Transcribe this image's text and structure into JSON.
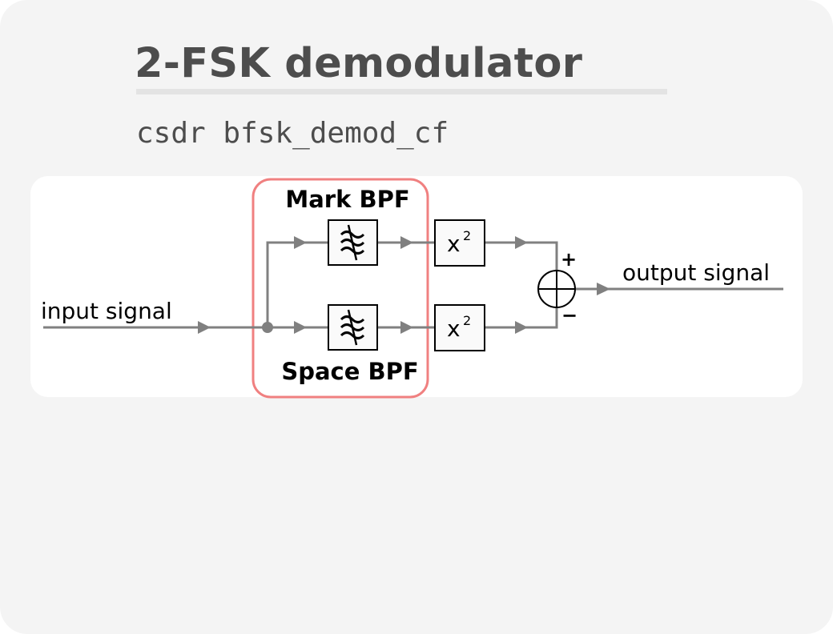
{
  "header": {
    "title": "2-FSK demodulator",
    "command": "csdr bfsk_demod_cf"
  },
  "diagram": {
    "mark_filter_label": "Mark BPF",
    "space_filter_label": "Space BPF",
    "input_label": "input signal",
    "output_label": "output signal",
    "squarer_label": "x",
    "squarer_exponent": "2",
    "plus_sign": "+",
    "minus_sign": "−",
    "filter_icon": "bandpass-filter-icon",
    "summer_icon": "summing-junction-icon"
  },
  "colors": {
    "highlight_border": "#f08080",
    "wire": "#808080",
    "title_text": "#4d4d4d",
    "card_background": "#f4f4f4",
    "panel_background": "#ffffff"
  }
}
